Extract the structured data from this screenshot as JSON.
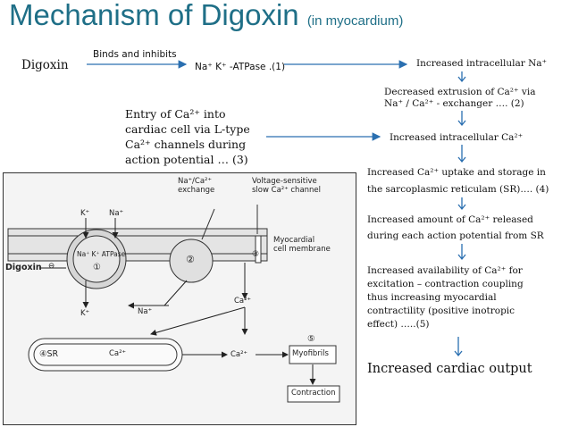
{
  "title": {
    "main": "Mechanism of Digoxin",
    "sub": "(in myocardium)"
  },
  "row1": {
    "digoxin": "Digoxin",
    "binds_label": "Binds and inhibits",
    "pump": "Na⁺ K⁺ -ATPase .(1)",
    "increased_na": "Increased intracellular Na⁺"
  },
  "right_column": {
    "decreased_extrusion_l1": "Decreased extrusion of Ca²⁺ via",
    "decreased_extrusion_l2": "Na⁺ / Ca²⁺ - exchanger …. (2)",
    "increased_ca": "Increased intracellular Ca²⁺",
    "uptake_l1": "Increased Ca²⁺ uptake and storage in",
    "uptake_l2": "the sarcoplasmic reticulam (SR)…. (4)",
    "released_l1": "Increased amount of Ca²⁺ released",
    "released_l2": "during each action potential from SR",
    "availability_l1": "Increased availability of Ca²⁺ for",
    "availability_l2": "excitation – contraction coupling",
    "availability_l3": "thus increasing myocardial",
    "availability_l4": "contractility (positive inotropic",
    "availability_l5": "effect) …..(5)",
    "output": "Increased cardiac output"
  },
  "entry": {
    "l1": "Entry of Ca²⁺ into",
    "l2": "cardiac cell via L-type",
    "l3": "Ca²⁺ channels during",
    "l4": "action potential … (3)"
  },
  "diagram": {
    "exchanger": "Na⁺/Ca²⁺\nexchange",
    "exchanger_l1": "Na⁺/Ca²⁺",
    "exchanger_l2": "exchange",
    "voltage_l1": "Voltage-sensitive",
    "voltage_l2": "slow Ca²⁺ channel",
    "k_top": "K⁺",
    "na_top": "Na⁺",
    "k_bottom": "K⁺",
    "na_bottom": "Na⁺",
    "digoxin": "Digoxin",
    "minus": "⊖",
    "pump_label": "Na⁺ K⁺ ATPase",
    "n1": "①",
    "n2": "②",
    "n3": "③",
    "n4sr": "④SR",
    "n5": "⑤",
    "membrane_l1": "Myocardial",
    "membrane_l2": "cell membrane",
    "ca_mid": "Ca²⁺",
    "ca_sr": "Ca²⁺",
    "ca_right": "Ca²⁺",
    "myofibrils": "Myofibrils",
    "contraction": "Contraction"
  }
}
